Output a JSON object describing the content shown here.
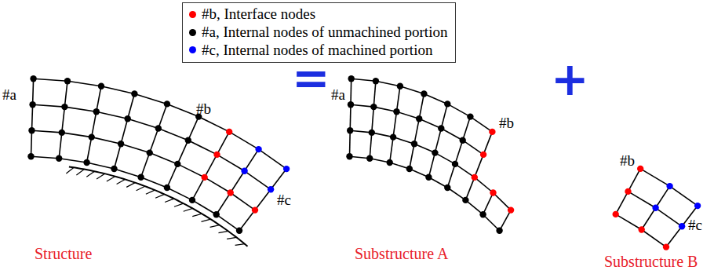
{
  "diagram": {
    "labels": [
      "#a",
      "#b",
      "#c",
      "=",
      "+",
      "#a",
      "#b",
      "#b",
      "#c",
      "Structure",
      "Substructure A",
      "Substructure B"
    ],
    "legend": [
      {
        "text": "#b, Interface nodes",
        "color": "#ff0000"
      },
      {
        "text": "#a, Internal nodes of unmachined portion",
        "color": "#000000"
      },
      {
        "text": "#c, Internal nodes of machined portion",
        "color": "#0000ff"
      }
    ]
  }
}
